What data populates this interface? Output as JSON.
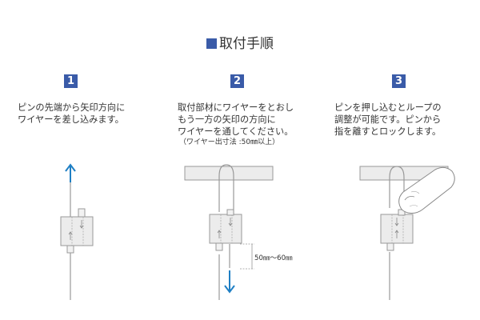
{
  "title": "取付手順",
  "steps": [
    {
      "number": "1",
      "lines": [
        "ピンの先端から矢印方向に",
        "ワイヤーを差し込みます。"
      ]
    },
    {
      "number": "2",
      "lines": [
        "取付部材にワイヤーをとおし",
        "もう一方の矢印の方向に",
        "ワイヤーを通してください。"
      ],
      "note": "（ワイヤー出寸法 :50㎜以上）",
      "dimension_label": "50㎜〜60㎜"
    },
    {
      "number": "3",
      "lines": [
        "ピンを押し込むとループの",
        "調整が可能です。ピンから",
        "指を離すとロックします。"
      ]
    }
  ],
  "colors": {
    "accent": "#3a5ba8",
    "arrow": "#1f7fc4"
  }
}
